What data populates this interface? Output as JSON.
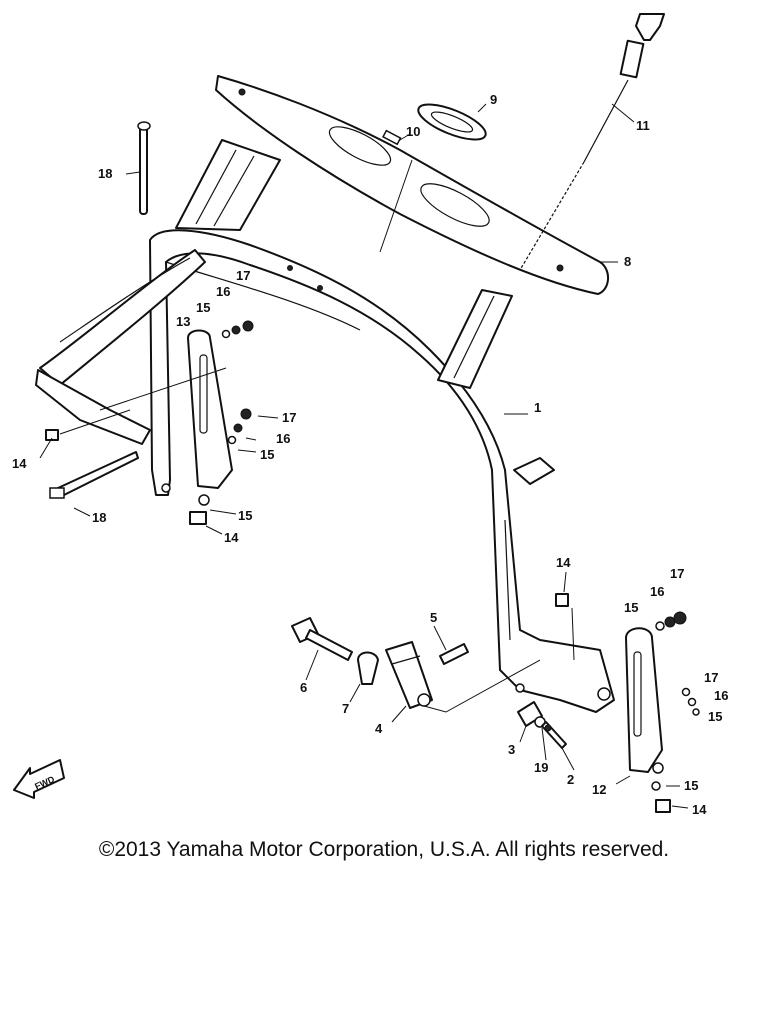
{
  "diagram": {
    "callouts": {
      "c1": "1",
      "c2": "2",
      "c3": "3",
      "c4": "4",
      "c5": "5",
      "c6": "6",
      "c7": "7",
      "c8": "8",
      "c9": "9",
      "c10": "10",
      "c11": "11",
      "c12": "12",
      "c13": "13",
      "c14a": "14",
      "c14b": "14",
      "c14c": "14",
      "c14d": "14",
      "c15a": "15",
      "c15b": "15",
      "c15c": "15",
      "c15d": "15",
      "c15e": "15",
      "c15f": "15",
      "c16a": "16",
      "c16b": "16",
      "c16c": "16",
      "c16d": "16",
      "c17a": "17",
      "c17b": "17",
      "c17c": "17",
      "c17d": "17",
      "c18a": "18",
      "c18b": "18",
      "c19": "19"
    },
    "fwd_label": "FWD"
  },
  "footer": {
    "copyright": "©2013 Yamaha Motor Corporation, U.S.A. All rights reserved."
  }
}
